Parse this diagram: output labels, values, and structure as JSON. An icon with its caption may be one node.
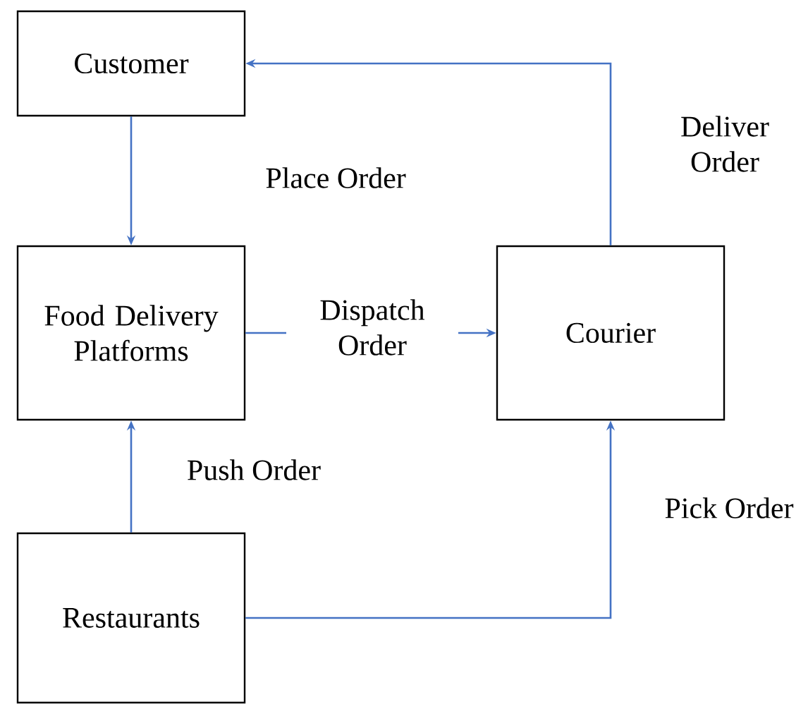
{
  "diagram": {
    "nodes": [
      {
        "text": [
          "Customer"
        ]
      },
      {
        "text": [
          "Food Delivery Platforms"
        ]
      },
      {
        "text": [
          "Courier"
        ]
      },
      {
        "text": [
          "Restaurants"
        ]
      }
    ],
    "edges": [
      {
        "from": 0,
        "to": 1,
        "arrow": "to",
        "label": "Place Order"
      },
      {
        "from": 1,
        "to": 2,
        "arrow": "to",
        "label": "Dispatch Order"
      },
      {
        "from": 2,
        "to": 0,
        "arrow": "to",
        "label": "Deliver Order"
      },
      {
        "from": 3,
        "to": 1,
        "arrow": "to",
        "label": "Push Order"
      },
      {
        "from": 3,
        "to": 2,
        "arrow": "to",
        "label": "Pick Order"
      }
    ]
  }
}
